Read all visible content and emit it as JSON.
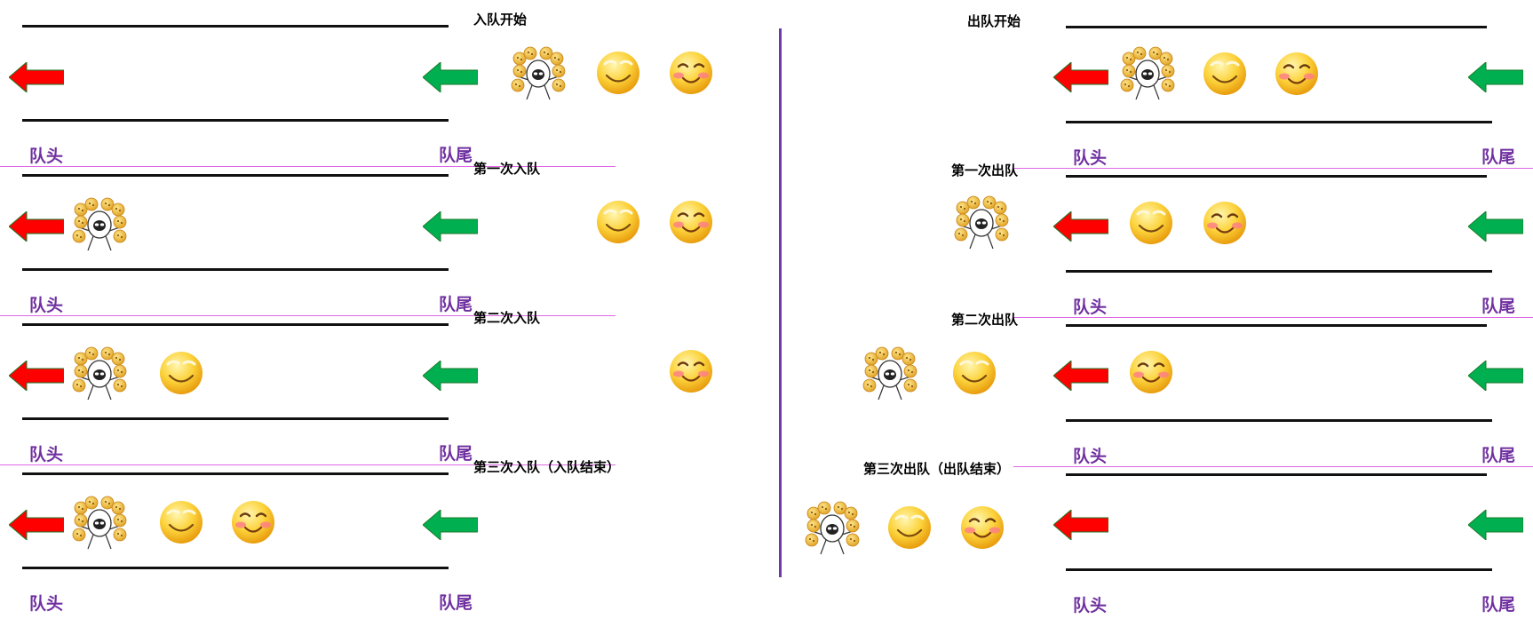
{
  "colors": {
    "head_arrow": "#ff0000",
    "tail_arrow": "#00b050",
    "label": "#7030a0",
    "divider": "#e066e6",
    "center_line": "#6a3aa6"
  },
  "labels": {
    "head": "队头",
    "tail": "队尾"
  },
  "enqueue": {
    "steps": [
      {
        "title": "入队开始",
        "queue": [],
        "waiting": [
          "meme",
          "smile",
          "blush"
        ]
      },
      {
        "title": "第一次入队",
        "queue": [
          "meme"
        ],
        "waiting": [
          "smile",
          "blush"
        ]
      },
      {
        "title": "第二次入队",
        "queue": [
          "meme",
          "smile"
        ],
        "waiting": [
          "blush"
        ]
      },
      {
        "title": "第三次入队（入队结束）",
        "queue": [
          "meme",
          "smile",
          "blush"
        ],
        "waiting": []
      }
    ]
  },
  "dequeue": {
    "steps": [
      {
        "title": "出队开始",
        "dequeued": [],
        "queue": [
          "meme",
          "smile",
          "blush"
        ]
      },
      {
        "title": "第一次出队",
        "dequeued": [
          "meme"
        ],
        "queue": [
          "smile",
          "blush"
        ]
      },
      {
        "title": "第二次出队",
        "dequeued": [
          "meme",
          "smile"
        ],
        "queue": [
          "blush"
        ]
      },
      {
        "title": "第三次出队（出队结束）",
        "dequeued": [
          "meme",
          "smile",
          "blush"
        ],
        "queue": []
      }
    ]
  },
  "icons": {
    "meme": "cookie-meme-icon",
    "smile": "smile-emoji-icon",
    "blush": "blush-emoji-icon",
    "head_arrow": "red-left-arrow-icon",
    "tail_arrow": "green-left-arrow-icon"
  }
}
